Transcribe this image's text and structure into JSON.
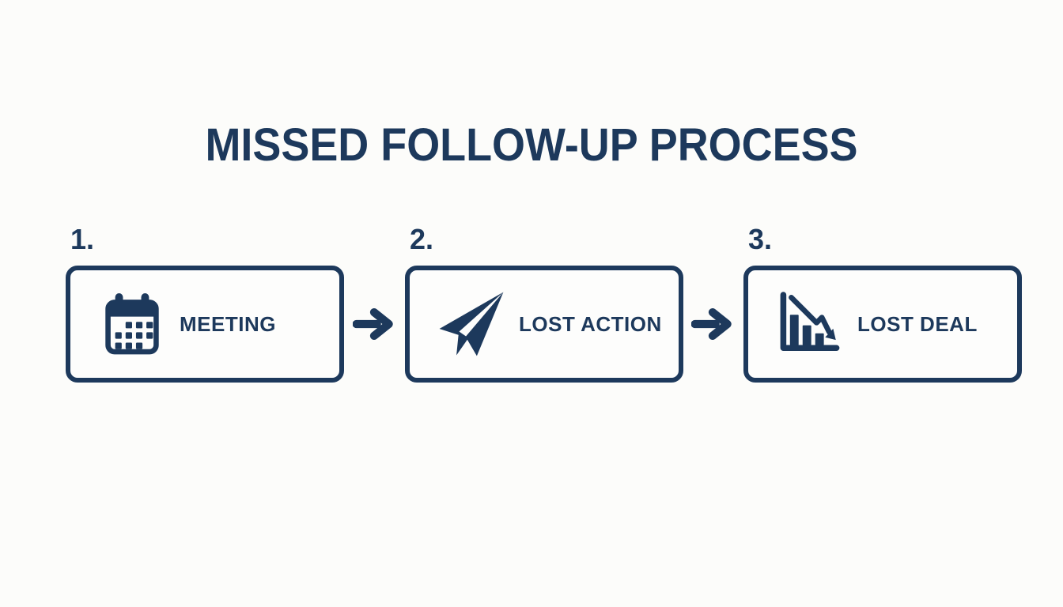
{
  "meta": {
    "background_color": "#fcfcfa",
    "accent_color": "#1d395c"
  },
  "header": {
    "title": "MISSED FOLLOW-UP PROCESS"
  },
  "flow": {
    "steps": [
      {
        "number": "1.",
        "label": "MEETING",
        "icon": "calendar-icon"
      },
      {
        "number": "2.",
        "label": "LOST ACTION",
        "icon": "paper-plane-icon"
      },
      {
        "number": "3.",
        "label": "LOST DEAL",
        "icon": "declining-bar-chart-icon"
      }
    ],
    "connector_icon": "arrow-right-icon"
  }
}
